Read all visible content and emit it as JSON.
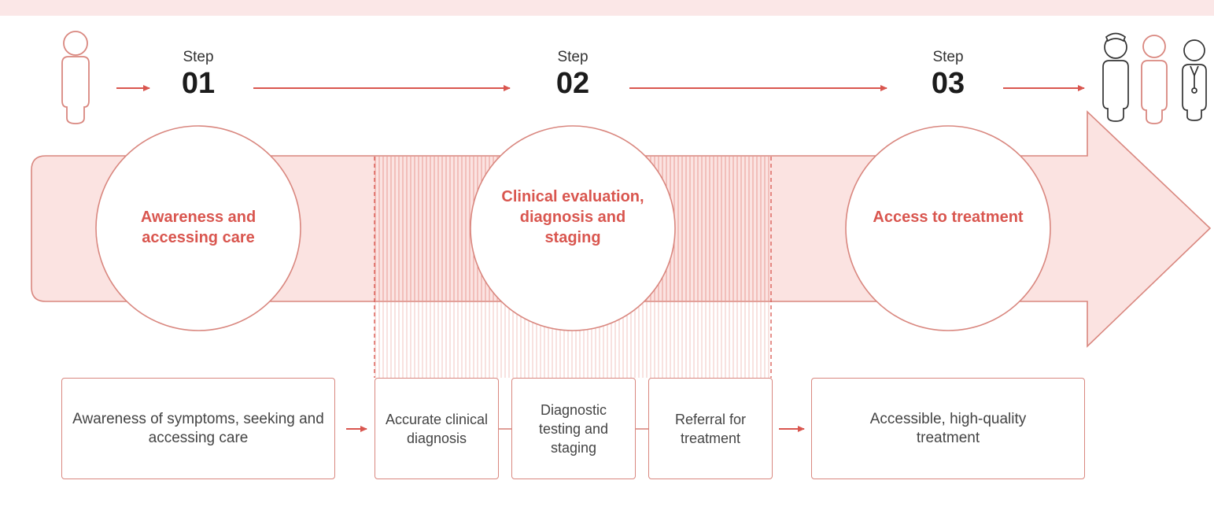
{
  "colors": {
    "accent": "#d9564f",
    "line": "#d9877f",
    "band_fill": "#fbe3e1",
    "top_bar": "#fbe7e7",
    "person_dark": "#333333"
  },
  "icons": {
    "patient": "person-icon",
    "care_team": [
      "nurse-icon",
      "patient-icon",
      "doctor-icon"
    ]
  },
  "steps": [
    {
      "label": "Step",
      "number": "01"
    },
    {
      "label": "Step",
      "number": "02"
    },
    {
      "label": "Step",
      "number": "03"
    }
  ],
  "circles": [
    {
      "text": "Awareness and accessing care"
    },
    {
      "text": "Clinical evaluation, diagnosis and staging"
    },
    {
      "text": "Access to treatment"
    }
  ],
  "boxes": [
    {
      "text": "Awareness of symptoms, seeking and accessing care"
    },
    {
      "text": "Accurate clinical diagnosis"
    },
    {
      "text": "Diagnostic testing and staging"
    },
    {
      "text": "Referral for treatment"
    },
    {
      "text": "Accessible, high-quality treatment"
    }
  ]
}
